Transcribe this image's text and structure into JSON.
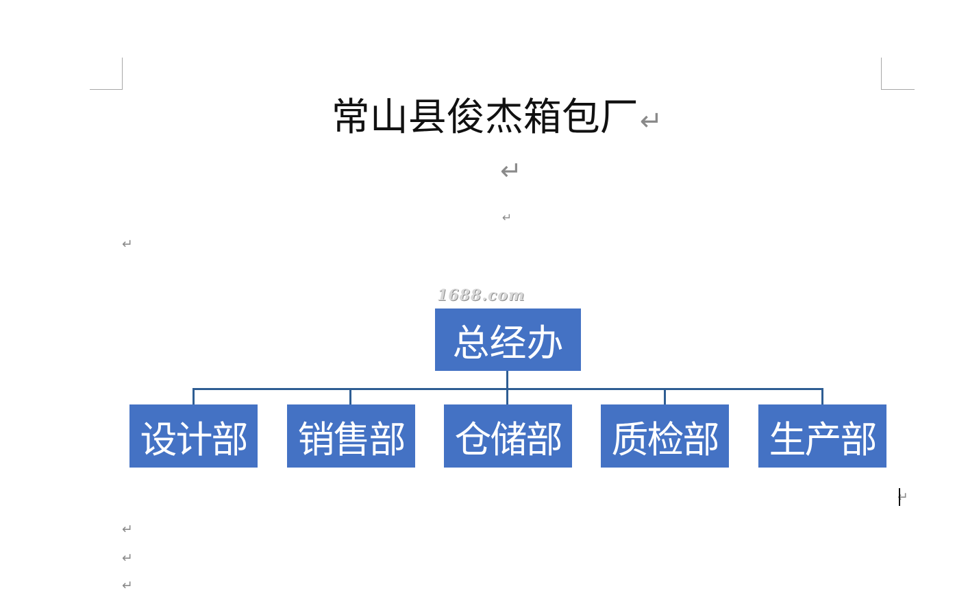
{
  "document": {
    "title": "常山县俊杰箱包厂",
    "paragraph_mark": "↵",
    "watermark": "1688.com"
  },
  "org_chart": {
    "root": {
      "label": "总经办"
    },
    "children": [
      {
        "label": "设计部"
      },
      {
        "label": "销售部"
      },
      {
        "label": "仓储部"
      },
      {
        "label": "质检部"
      },
      {
        "label": "生产部"
      }
    ],
    "colors": {
      "box_fill": "#4472c4",
      "box_text": "#ffffff",
      "connector": "#2e5d93"
    }
  }
}
